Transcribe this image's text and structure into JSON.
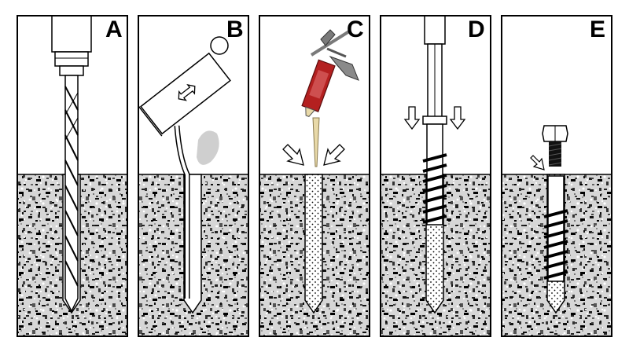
{
  "panels": [
    {
      "id": "A",
      "label": "A"
    },
    {
      "id": "B",
      "label": "B"
    },
    {
      "id": "C",
      "label": "C"
    },
    {
      "id": "D",
      "label": "D"
    },
    {
      "id": "E",
      "label": "E"
    }
  ],
  "colors": {
    "outline": "#000000",
    "background": "#ffffff",
    "concrete_base": "#d9d9d9",
    "cartridge_red": "#b42020",
    "nozzle": "#e8d9a8",
    "gun_metal": "#7a7a7a",
    "dust": "#cfcfcf"
  }
}
